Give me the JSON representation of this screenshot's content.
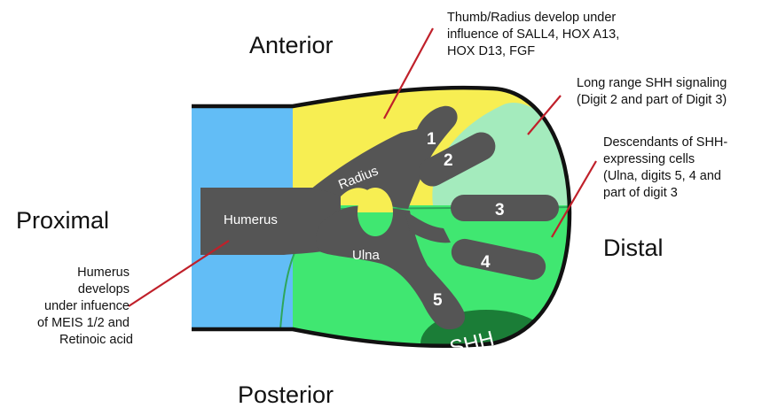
{
  "orientation": {
    "anterior": "Anterior",
    "posterior": "Posterior",
    "proximal": "Proximal",
    "distal": "Distal"
  },
  "bones": {
    "humerus": "Humerus",
    "radius": "Radius",
    "ulna": "Ulna"
  },
  "digits": {
    "d1": "1",
    "d2": "2",
    "d3": "3",
    "d4": "4",
    "d5": "5"
  },
  "zpa": "SHH",
  "annotations": {
    "thumb_radius": [
      "Thumb/Radius develop under",
      "influence of SALL4, HOX A13,",
      "HOX D13, FGF"
    ],
    "long_range": [
      "Long range SHH signaling",
      "(Digit 2 and part of Digit 3)"
    ],
    "descendants": [
      "Descendants of SHH-",
      "expressing cells",
      "(Ulna, digits 5, 4 and",
      "part of digit 3"
    ],
    "humerus": [
      "Humerus",
      "develops",
      "under infuence",
      "of MEIS 1/2 and",
      "Retinoic acid"
    ]
  },
  "colors": {
    "proximal_zone": "#62bdf6",
    "anterior_zone": "#f7ee52",
    "shh_descendants_zone": "#40e771",
    "long_range_zone": "#a4ebbd",
    "zpa": "#1b7d37",
    "bone": "#555555",
    "outline": "#111111",
    "leader": "#c0202a"
  }
}
